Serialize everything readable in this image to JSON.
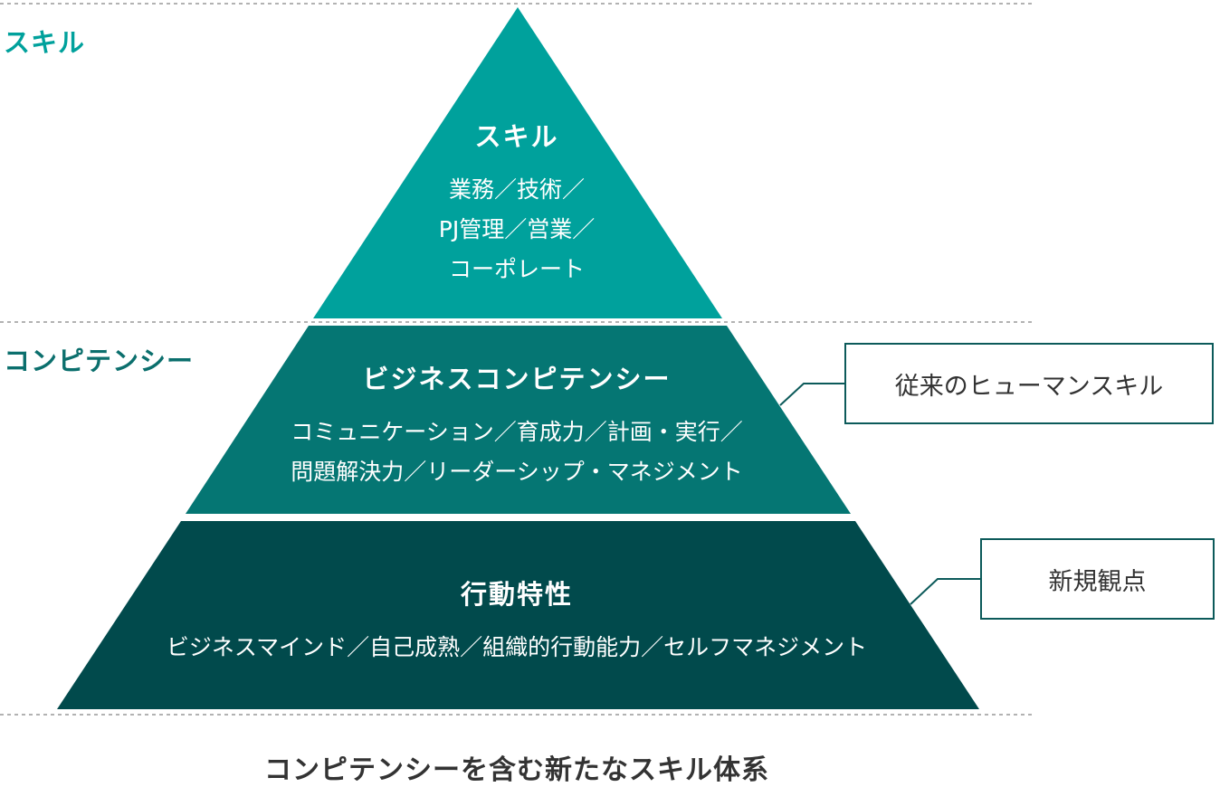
{
  "colors": {
    "skill": "#00a19c",
    "competency": "#057673",
    "behavior": "#014a4c",
    "label_skill": "#00a19c",
    "label_competency": "#0b6f6d",
    "divider": "#999999",
    "callout_border": "#0c5a5a",
    "caption_text": "#333333"
  },
  "side_labels": {
    "skill": "スキル",
    "competency": "コンピテンシー"
  },
  "tiers": {
    "skill": {
      "title": "スキル",
      "lines": [
        "業務／技術／",
        "PJ管理／営業／",
        "コーポレート"
      ]
    },
    "competency": {
      "title": "ビジネスコンピテンシー",
      "lines": [
        "コミュニケーション／育成力／計画・実行／",
        "問題解決力／リーダーシップ・マネジメント"
      ]
    },
    "behavior": {
      "title": "行動特性",
      "lines": [
        "ビジネスマインド／自己成熟／組織的行動能力／セルフマネジメント"
      ]
    }
  },
  "callouts": {
    "competency": "従来のヒューマンスキル",
    "behavior": "新規観点"
  },
  "caption": "コンピテンシーを含む新たなスキル体系"
}
